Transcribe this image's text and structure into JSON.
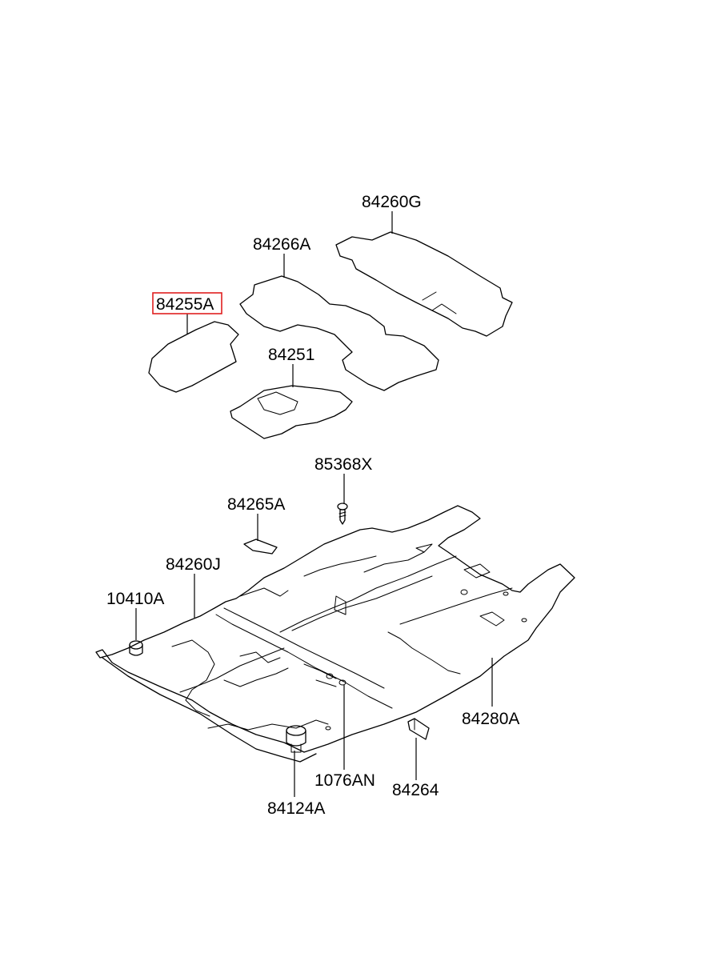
{
  "labels": {
    "p84260G": "84260G",
    "p84266A": "84266A",
    "p84255A": "84255A",
    "p84251": "84251",
    "p85368X": "85368X",
    "p84265A": "84265A",
    "p84260J": "84260J",
    "p10410A": "10410A",
    "p84280A": "84280A",
    "p1076AN": "1076AN",
    "p84264": "84264",
    "p84124A": "84124A"
  },
  "highlight": {
    "part": "84255A",
    "color": "#e02020"
  }
}
